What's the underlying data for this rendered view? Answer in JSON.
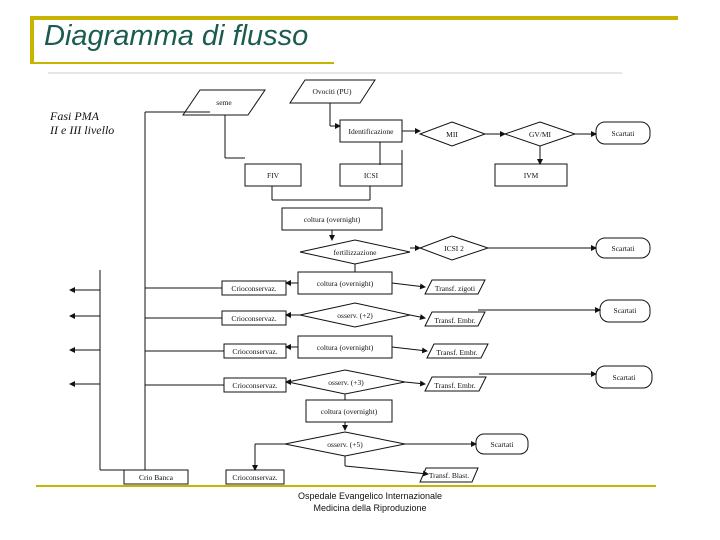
{
  "slide": {
    "title": "Diagramma di flusso",
    "footer_line1": "Ospedale Evangelico Internazionale",
    "footer_line2": "Medicina della Riproduzione"
  },
  "diagram": {
    "side_label_1": "Fasi PMA",
    "side_label_2": "II e III livello",
    "nodes": {
      "ovociti": "Ovociti (PU)",
      "seme": "seme",
      "identificazione": "Identificazione",
      "mii": "MII",
      "gvmi": "GV/MI",
      "scartati_1": "Scartati",
      "fivet": "FIV",
      "icsi": "ICSI",
      "ivm": "IVM",
      "coltura_1": "coltura (overnight)",
      "fertilizzazione": "fertilizzazione",
      "icsi2": "ICSI 2",
      "scartati_2": "Scartati",
      "coltura_2": "coltura (overnight)",
      "transf_zigoti": "Transf. zigoti",
      "crio_1": "Crioconservaz.",
      "osserv_1": "osserv. (+2)",
      "transf_embr_1": "Transf. Embr.",
      "scartati_3": "Scartati",
      "crio_2": "Crioconservaz.",
      "coltura_3": "coltura (overnight)",
      "crio_3": "Crioconservaz.",
      "transf_embr_2": "Transf. Embr.",
      "osserv_2": "osserv. (+3)",
      "crio_4": "Crioconservaz.",
      "transf_embr_3": "Transf. Embr.",
      "scartati_4": "Scartati",
      "coltura_4": "coltura (overnight)",
      "osserv_3": "osserv. (+5)",
      "scartati_5": "Scartati",
      "crio_seme": "Crio Banca",
      "crio_5": "Crioconservaz.",
      "transf_blast": "Transf. Blast."
    }
  }
}
